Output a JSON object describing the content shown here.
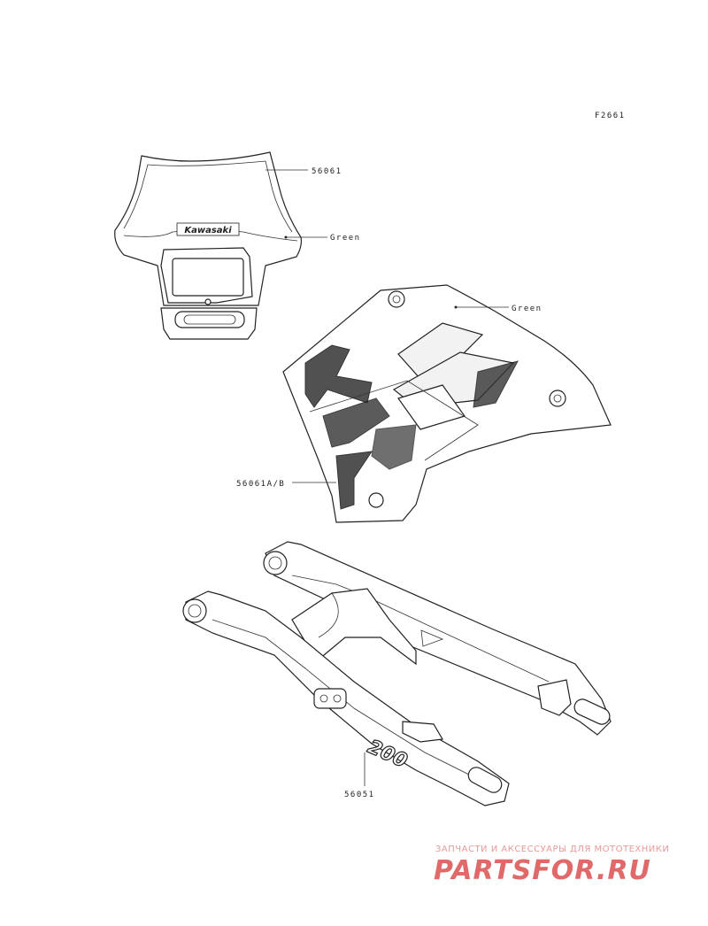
{
  "figure_code": "F2661",
  "parts": [
    {
      "part_no": "56061",
      "note": "Green"
    },
    {
      "part_no": "56061A/B",
      "note": "Green"
    },
    {
      "part_no": "56051"
    }
  ],
  "decal_texts": {
    "brand": "Kawasaki",
    "model_number": "200"
  },
  "watermark": {
    "tagline": "ЗАПЧАСТИ И АКСЕССУАРЫ ДЛЯ МОТОТЕХНИКИ",
    "site": "PARTSFOR.RU",
    "color": "#e06a6a"
  }
}
